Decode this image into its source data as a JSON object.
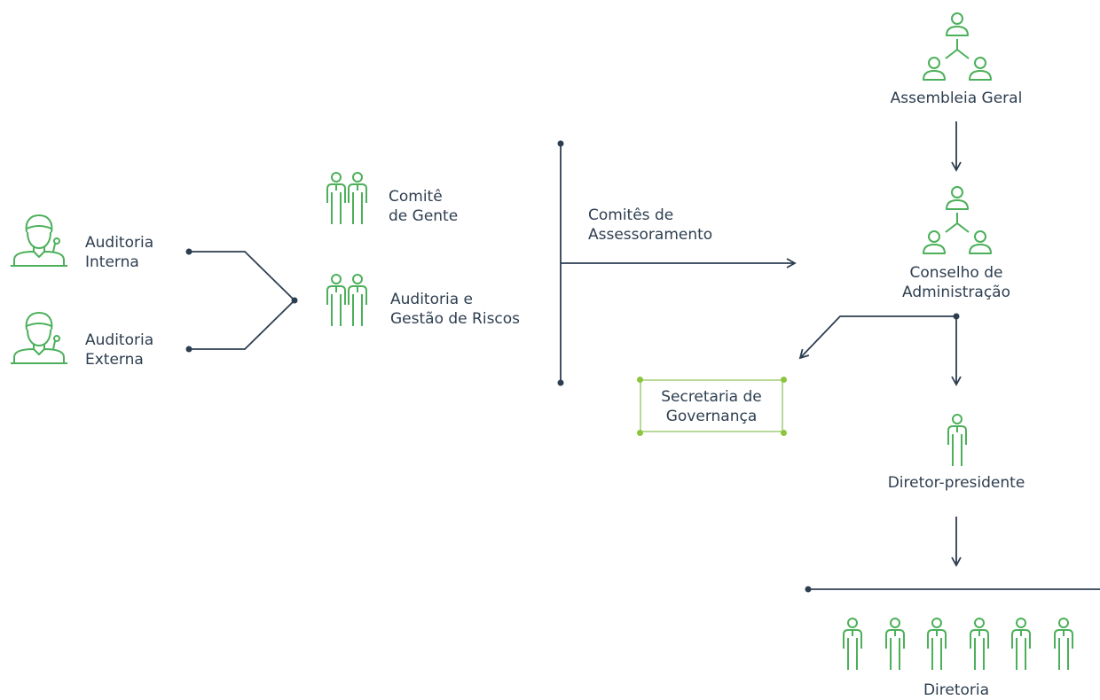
{
  "colors": {
    "green": "#4cb05a",
    "navy": "#2d3e50",
    "box_border": "#b9d99a",
    "box_corner": "#8cc63f"
  },
  "auditoria_interna": {
    "line1": "Auditoria",
    "line2": "Interna",
    "icon": "auditor-icon"
  },
  "auditoria_externa": {
    "line1": "Auditoria",
    "line2": "Externa",
    "icon": "auditor-icon"
  },
  "comite_gente": {
    "line1": "Comitê",
    "line2": "de Gente",
    "icon": "two-people-icon"
  },
  "comite_auditoria": {
    "line1": "Auditoria e",
    "line2": "Gestão de Riscos",
    "icon": "two-people-icon"
  },
  "comites_assessoramento": {
    "line1": "Comitês de",
    "line2": "Assessoramento"
  },
  "assembleia": {
    "label": "Assembleia Geral",
    "icon": "group-hierarchy-icon"
  },
  "conselho": {
    "line1": "Conselho de",
    "line2": "Administração",
    "icon": "group-hierarchy-icon"
  },
  "secretaria": {
    "line1": "Secretaria de",
    "line2": "Governança"
  },
  "diretor": {
    "label": "Diretor-presidente",
    "icon": "person-icon"
  },
  "diretoria": {
    "label": "Diretoria",
    "member_count": 6,
    "icon": "person-icon"
  }
}
